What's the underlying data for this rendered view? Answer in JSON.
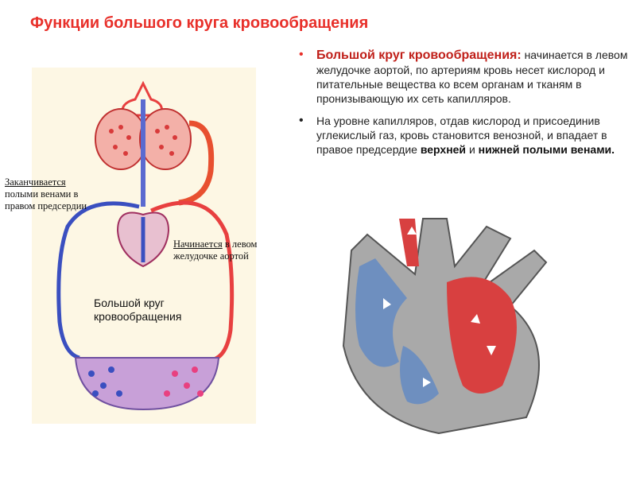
{
  "title": "Функции большого круга кровообращения",
  "bullets": {
    "b1_head": "Большой круг кровообращения:",
    "b1_text": "начинается в левом желудочке аортой, по артериям кровь несет кислород и питательные вещества ко всем органам и тканям в пронизывающую их сеть капилляров.",
    "b2_text": "На уровне капилляров, отдав кислород и присоединив углекислый газ, кровь становится венозной, и впадает в правое предсердие",
    "b2_bold1": "верхней",
    "b2_and": "и",
    "b2_bold2": "нижней полыми венами."
  },
  "labels": {
    "end_underlined": "Заканчивается",
    "end_rest": "полыми венами в правом предсердии",
    "start_underlined": "Начинается",
    "start_rest": "в левом желудочке аортой",
    "circle": "Большой круг кровообращения"
  },
  "colors": {
    "title": "#e8302a",
    "arterial": "#e84040",
    "venous": "#3a4fc0",
    "diagram_bg": "#fdf7e4"
  }
}
